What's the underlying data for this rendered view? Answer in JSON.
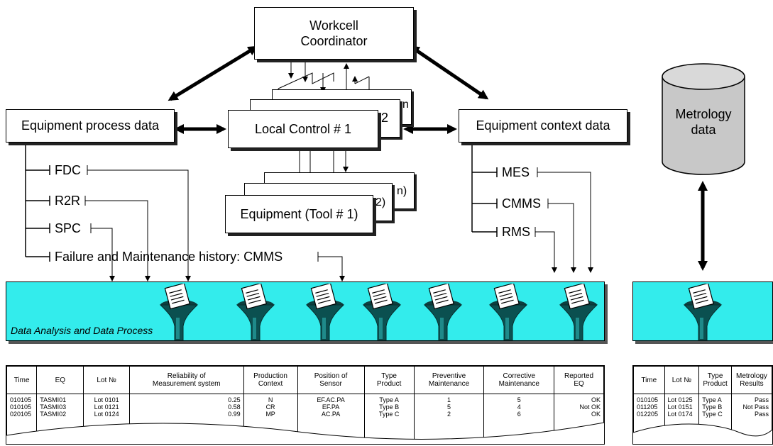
{
  "nodes": {
    "coordinator": "Workcell\nCoordinator",
    "local_control": "Local Control # 1",
    "local_control_2": "2",
    "local_control_n": "n",
    "equipment": "Equipment (Tool # 1)",
    "equipment_2": "2)",
    "equipment_n": "n)",
    "process_data": "Equipment process data",
    "context_data": "Equipment context data",
    "metrology": "Metrology\ndata"
  },
  "process_branches": [
    "FDC",
    "R2R",
    "SPC",
    "Failure and Maintenance history: CMMS"
  ],
  "context_branches": [
    "MES",
    "CMMS",
    "RMS"
  ],
  "analysis_label": "Data Analysis and Data Process",
  "main_table": {
    "headers": [
      "Time",
      "EQ",
      "Lot №",
      "Reliability of\nMeasurement system",
      "Production\nContext",
      "Position of\nSensor",
      "Type\nProduct",
      "Preventive\nMaintenance",
      "Corrective\nMaintenance",
      "Reported\nEQ"
    ],
    "rows": [
      [
        "010105",
        "TASMI01",
        "Lot 0101",
        "0.25",
        "N",
        "EF.AC.PA",
        "Type A",
        "1",
        "5",
        "OK"
      ],
      [
        "010105",
        "TASMI03",
        "Lot 0121",
        "0.58",
        "CR",
        "EF.PA",
        "Type B",
        "5",
        "4",
        "Not OK"
      ],
      [
        "020105",
        "TASMI02",
        "Lot 0124",
        "0.99",
        "MP",
        "AC.PA",
        "Type C",
        "2",
        "6",
        "OK"
      ]
    ]
  },
  "metro_table": {
    "headers": [
      "Time",
      "Lot №",
      "Type\nProduct",
      "Metrology\nResults"
    ],
    "rows": [
      [
        "010105",
        "Lot 0125",
        "Type A",
        "Pass"
      ],
      [
        "011205",
        "Lot 0151",
        "Type B",
        "Not Pass"
      ],
      [
        "012205",
        "Lot 0174",
        "Type C",
        "Pass"
      ]
    ]
  }
}
